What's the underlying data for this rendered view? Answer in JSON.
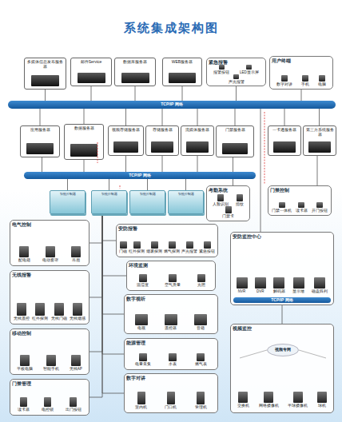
{
  "diagram": {
    "title": "系统集成架构图",
    "nodes": [
      {
        "text": [
          "多媒体信息发布服务器"
        ]
      },
      {
        "text": [
          "邮件Service"
        ]
      },
      {
        "text": [
          "数据库服务器"
        ]
      },
      {
        "text": [
          "WEB服务器"
        ]
      },
      {
        "text": [
          "紧急报警",
          "报警按钮",
          "LED显示屏",
          "声光报警"
        ]
      },
      {
        "text": [
          "用户终端",
          "数字对讲",
          "手机",
          "电脑"
        ]
      },
      {
        "text": [
          "TCP/IP 网络"
        ]
      },
      {
        "text": [
          "应用服务器"
        ]
      },
      {
        "text": [
          "数据服务器"
        ]
      },
      {
        "text": [
          "视频存储服务器"
        ]
      },
      {
        "text": [
          "存储服务器"
        ]
      },
      {
        "text": [
          "流媒体服务器"
        ]
      },
      {
        "text": [
          "门禁服务器"
        ]
      },
      {
        "text": [
          "一卡通服务器"
        ]
      },
      {
        "text": [
          "第三方系统服务器"
        ]
      },
      {
        "text": [
          "TCP/IP 网络"
        ]
      },
      {
        "text": [
          "考勤系统",
          "人脸识别",
          "指纹",
          "门禁卡"
        ]
      },
      {
        "text": [
          "门禁控制",
          "门禁一体机",
          "读卡器",
          "开门按钮"
        ]
      },
      {
        "text": [
          "智能控制器"
        ]
      },
      {
        "text": [
          "智能控制器"
        ]
      },
      {
        "text": [
          "智能控制器"
        ]
      },
      {
        "text": [
          "智能控制器"
        ]
      },
      {
        "text": [
          "电气控制",
          "配电箱",
          "电动窗帘",
          "吊扇"
        ]
      },
      {
        "text": [
          "无线报警",
          "无线遥控",
          "红外探测",
          "无线门磁",
          "无线烟感"
        ]
      },
      {
        "text": [
          "移动控制",
          "平板电脑",
          "智能手机",
          "无线AP"
        ]
      },
      {
        "text": [
          "门禁管理",
          "读卡器",
          "电控锁",
          "出门按钮"
        ]
      },
      {
        "text": [
          "安防报警",
          "门磁",
          "红外探测",
          "烟雾探测",
          "燃气探测",
          "声光报警",
          "紧急按钮"
        ]
      },
      {
        "text": [
          "环境监测",
          "温湿度",
          "空气质量",
          "光照"
        ]
      },
      {
        "text": [
          "数字视听",
          "电视",
          "遥控器",
          "音箱"
        ]
      },
      {
        "text": [
          "能源管理",
          "电量采集",
          "水表",
          "燃气表"
        ]
      },
      {
        "text": [
          "数字对讲",
          "室内机",
          "门口机",
          "管理机"
        ]
      },
      {
        "text": [
          "安防监控中心",
          "NVR",
          "DVR",
          "解码器",
          "显示墙",
          "磁盘阵列"
        ]
      },
      {
        "text": [
          "TCP/IP 网络"
        ],
        "in": 31
      },
      {
        "text": [
          "视频监控",
          "交换机",
          "网络摄像机",
          "半球摄像机",
          "球机"
        ]
      },
      {
        "text": [
          "视频专网"
        ],
        "in": 33
      }
    ],
    "edges": [
      {
        "from": 0,
        "to": 6,
        "arrow": "none"
      },
      {
        "from": 1,
        "to": 6,
        "arrow": "none"
      },
      {
        "from": 2,
        "to": 6,
        "arrow": "none"
      },
      {
        "from": 3,
        "to": 6,
        "arrow": "none"
      },
      {
        "from": 4,
        "to": 6,
        "arrow": "none"
      },
      {
        "from": 5,
        "to": 6,
        "arrow": "none"
      },
      {
        "from": 6,
        "to": 7,
        "arrow": "none"
      },
      {
        "from": 6,
        "to": 8,
        "arrow": "none"
      },
      {
        "from": 6,
        "to": 9,
        "arrow": "none"
      },
      {
        "from": 6,
        "to": 10,
        "arrow": "none"
      },
      {
        "from": 6,
        "to": 11,
        "arrow": "none"
      },
      {
        "from": 6,
        "to": 12,
        "arrow": "none"
      },
      {
        "from": 6,
        "to": 13,
        "arrow": "none"
      },
      {
        "from": 6,
        "to": 14,
        "arrow": "none"
      },
      {
        "from": 12,
        "to": 16,
        "arrow": "none"
      },
      {
        "from": 14,
        "to": 17,
        "arrow": "none"
      },
      {
        "from": 7,
        "to": 15,
        "arrow": "none"
      },
      {
        "from": 8,
        "to": 15,
        "arrow": "none"
      },
      {
        "from": 9,
        "to": 15,
        "arrow": "none"
      },
      {
        "from": 10,
        "to": 15,
        "arrow": "none"
      },
      {
        "from": 11,
        "to": 15,
        "arrow": "none"
      },
      {
        "from": 15,
        "to": 18,
        "arrow": "none"
      },
      {
        "from": 15,
        "to": 19,
        "arrow": "none"
      },
      {
        "from": 15,
        "to": 20,
        "arrow": "none"
      },
      {
        "from": 15,
        "to": 21,
        "arrow": "none"
      },
      {
        "from": 19,
        "to": 22,
        "arrow": "none"
      },
      {
        "from": 19,
        "to": 23,
        "arrow": "none"
      },
      {
        "from": 19,
        "to": 24,
        "arrow": "none"
      },
      {
        "from": 19,
        "to": 25,
        "arrow": "none"
      },
      {
        "from": 19,
        "to": 26,
        "arrow": "none"
      },
      {
        "from": 19,
        "to": 27,
        "arrow": "none"
      },
      {
        "from": 19,
        "to": 28,
        "arrow": "none"
      },
      {
        "from": 19,
        "to": 29,
        "arrow": "none"
      },
      {
        "from": 19,
        "to": 30,
        "arrow": "none"
      },
      {
        "from": 6,
        "to": 31,
        "arrow": "none"
      },
      {
        "from": 31,
        "to": 33,
        "arrow": "none"
      }
    ]
  }
}
